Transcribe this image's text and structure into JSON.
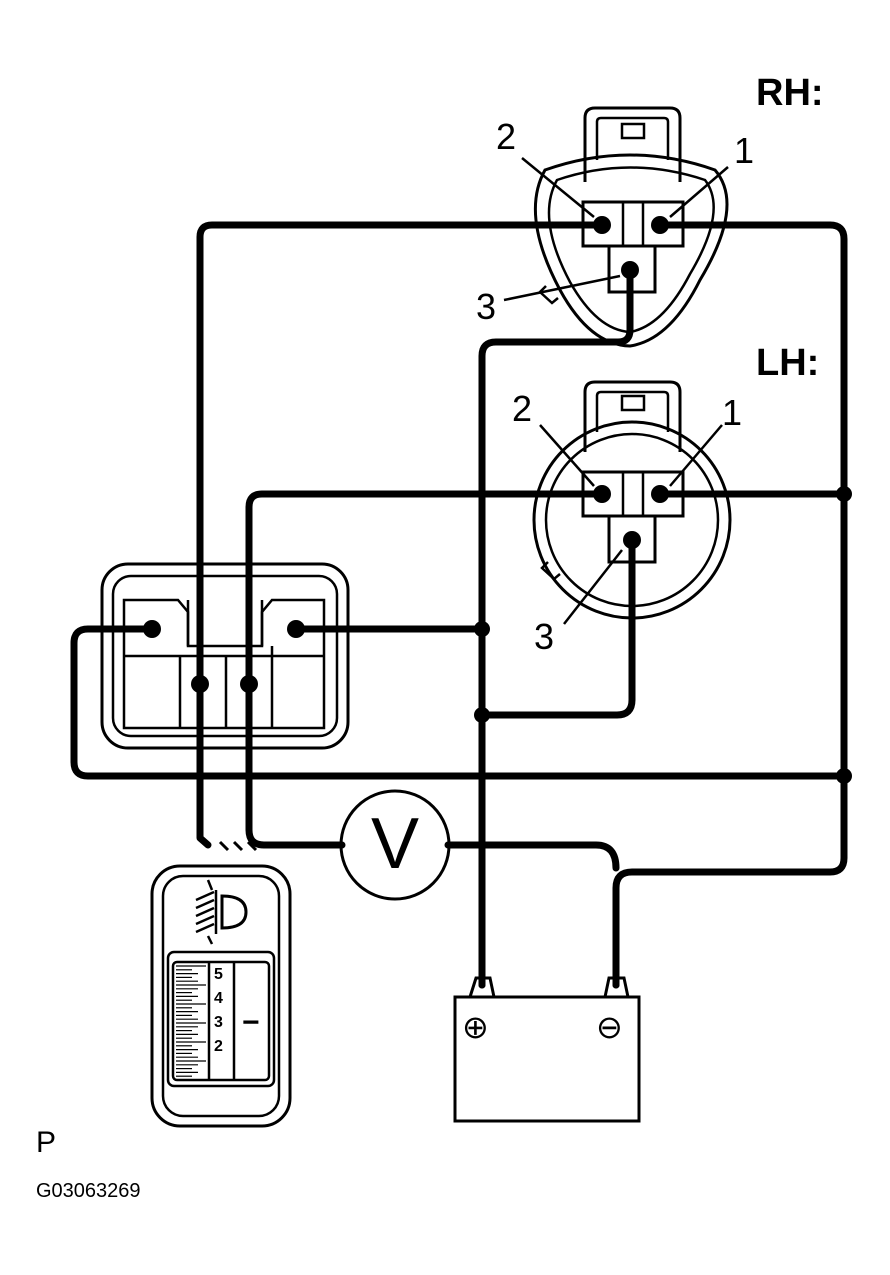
{
  "labels": {
    "rh": "RH:",
    "lh": "LH:",
    "pin1": "1",
    "pin2": "2",
    "pin3": "3",
    "voltmeter": "V",
    "corner_mark": "P",
    "figure_code": "G03063269"
  },
  "battery": {
    "positive": "⊕",
    "negative": "⊖"
  },
  "leveling_switch": {
    "icon": "headlight-leveling-icon",
    "scale_marks": [
      "5",
      "4",
      "3",
      "2"
    ],
    "minus_mark": "−"
  }
}
